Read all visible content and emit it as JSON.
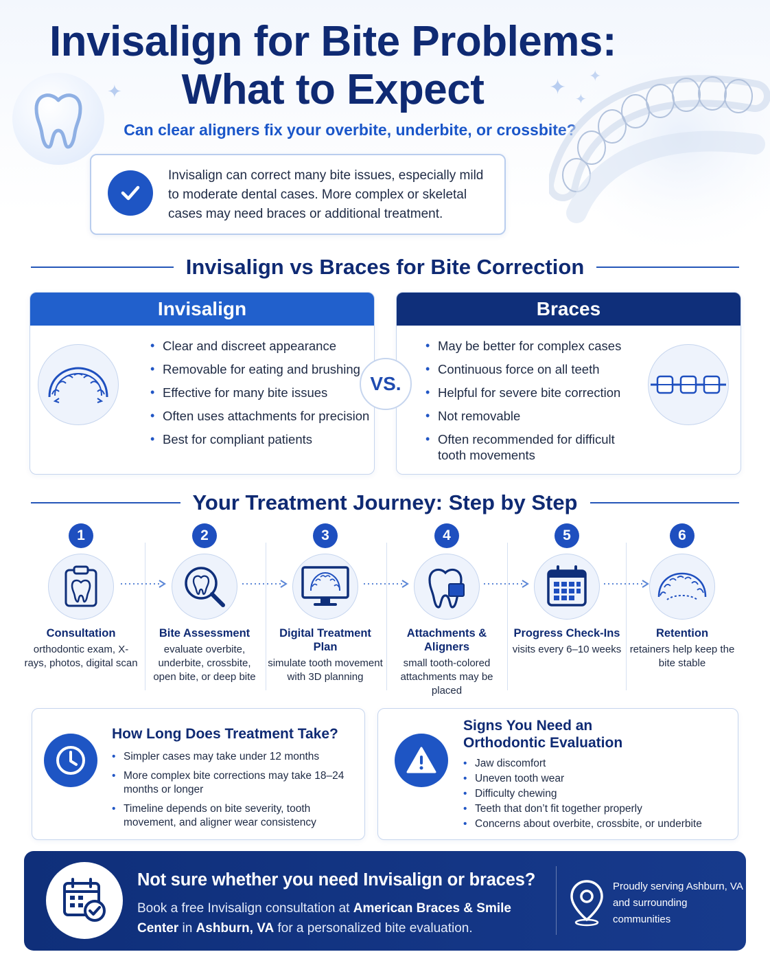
{
  "header": {
    "title_line1": "Invisalign for Bite Problems:",
    "title_line2": "What to Expect",
    "subtitle": "Can clear aligners fix your overbite, underbite, or crossbite?"
  },
  "summary": {
    "text": "Invisalign can correct many bite issues, especially mild to moderate dental cases. More complex or skeletal cases may need braces or additional treatment."
  },
  "compare": {
    "heading": "Invisalign vs Braces for Bite Correction",
    "vs_label": "VS.",
    "invisalign": {
      "title": "Invisalign",
      "items": [
        "Clear and discreet appearance",
        "Removable for eating and brushing",
        "Effective for many bite issues",
        "Often uses attachments for precision",
        "Best for compliant patients"
      ]
    },
    "braces": {
      "title": "Braces",
      "items": [
        "May be better for complex cases",
        "Continuous force on all teeth",
        "Helpful for severe bite correction",
        "Not removable",
        "Often recommended for difficult tooth movements"
      ]
    }
  },
  "journey": {
    "heading": "Your Treatment Journey: Step by Step",
    "steps": [
      {
        "num": "1",
        "title": "Consultation",
        "desc": "orthodontic exam, X-rays, photos, digital scan",
        "icon": "clipboard-tooth-icon"
      },
      {
        "num": "2",
        "title": "Bite Assessment",
        "desc": "evaluate overbite, underbite, crossbite, open bite, or deep bite",
        "icon": "magnifier-tooth-icon"
      },
      {
        "num": "3",
        "title": "Digital Treatment Plan",
        "desc": "simulate tooth movement with 3D planning",
        "icon": "monitor-teeth-icon"
      },
      {
        "num": "4",
        "title": "Attachments & Aligners",
        "desc": "small tooth-colored attachments may be placed",
        "icon": "tooth-attachment-icon"
      },
      {
        "num": "5",
        "title": "Progress Check-Ins",
        "desc": "visits every 6–10 weeks",
        "icon": "calendar-icon"
      },
      {
        "num": "6",
        "title": "Retention",
        "desc": "retainers help keep the bite stable",
        "icon": "retainer-icon"
      }
    ]
  },
  "duration": {
    "title": "How Long Does Treatment Take?",
    "items": [
      "Simpler cases may take under 12 months",
      "More complex bite corrections may take 18–24 months or longer",
      "Timeline depends on bite severity, tooth movement, and aligner wear consistency"
    ]
  },
  "signs": {
    "title": "Signs You Need an Orthodontic Evaluation",
    "items": [
      "Jaw discomfort",
      "Uneven tooth wear",
      "Difficulty chewing",
      "Teeth that don’t fit together properly",
      "Concerns about overbite, crossbite, or underbite"
    ]
  },
  "banner": {
    "heading": "Not sure whether you need Invisalign or braces?",
    "text_before": "Book a free Invisalign consultation at ",
    "practice": "American Braces & Smile Center",
    "text_mid": " in ",
    "location": "Ashburn, VA",
    "text_after": " for a personalized bite evaluation.",
    "serving": "Proudly serving Ashburn, VA and surrounding communities"
  },
  "colors": {
    "navy": "#0f2a73",
    "blue": "#1e55c4",
    "light_blue_bg": "#eef3fc"
  }
}
